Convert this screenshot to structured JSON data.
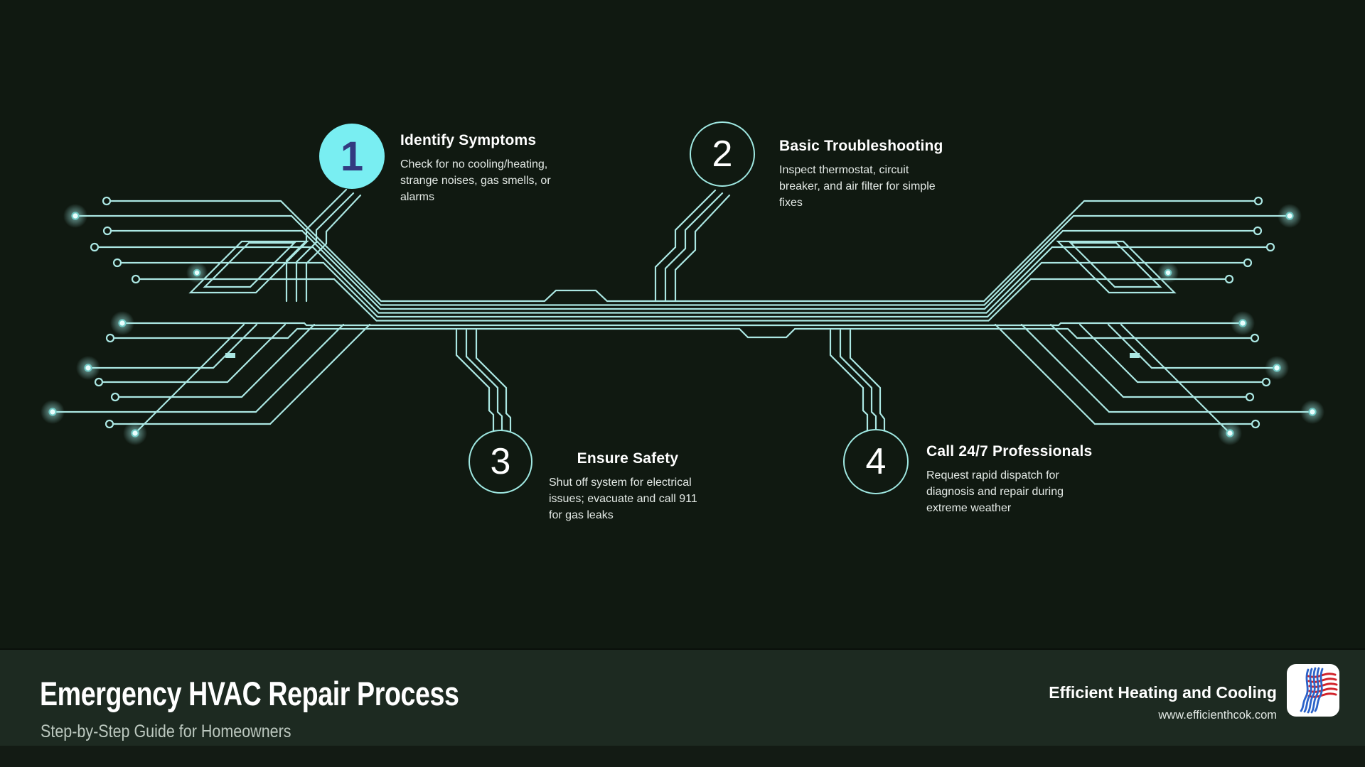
{
  "meta": {
    "description": "Emergency HVAC repair process infographic with circuit-board artwork"
  },
  "colors": {
    "background_main": "#101911",
    "background_footer": "#1d2a21",
    "background_bottom_strip": "#131b14",
    "circuit_trace": "#abe7e3",
    "step_one_fill": "#79eef2",
    "step_one_number": "#323a80",
    "circle_outline": "#9fe8e2",
    "title_text": "#ffffff",
    "body_text": "#e4eae6",
    "subtitle_text": "#bcc8bf",
    "logo_blue": "#2b62c9",
    "logo_red": "#d2232a"
  },
  "steps": [
    {
      "number": "1",
      "title": "Identify Symptoms",
      "description": "Check for no cooling/heating, strange noises, gas smells, or alarms",
      "style": "filled"
    },
    {
      "number": "2",
      "title": "Basic Troubleshooting",
      "description": "Inspect thermostat, circuit breaker, and air filter for simple fixes",
      "style": "outlined"
    },
    {
      "number": "3",
      "title": "Ensure Safety",
      "description": "Shut off system for electrical issues; evacuate and call 911 for gas leaks",
      "style": "outlined"
    },
    {
      "number": "4",
      "title": "Call 24/7 Professionals",
      "description": "Request rapid dispatch for diagnosis and repair during extreme weather",
      "style": "outlined"
    }
  ],
  "footer": {
    "title": "Emergency HVAC Repair Process",
    "subtitle": "Step-by-Step Guide for Homeowners",
    "company": "Efficient Heating and Cooling",
    "website": "www.efficienthcok.com"
  },
  "icons": {
    "logo": "weave-flow-logo",
    "circuit": "circuit-traces-graphic"
  }
}
